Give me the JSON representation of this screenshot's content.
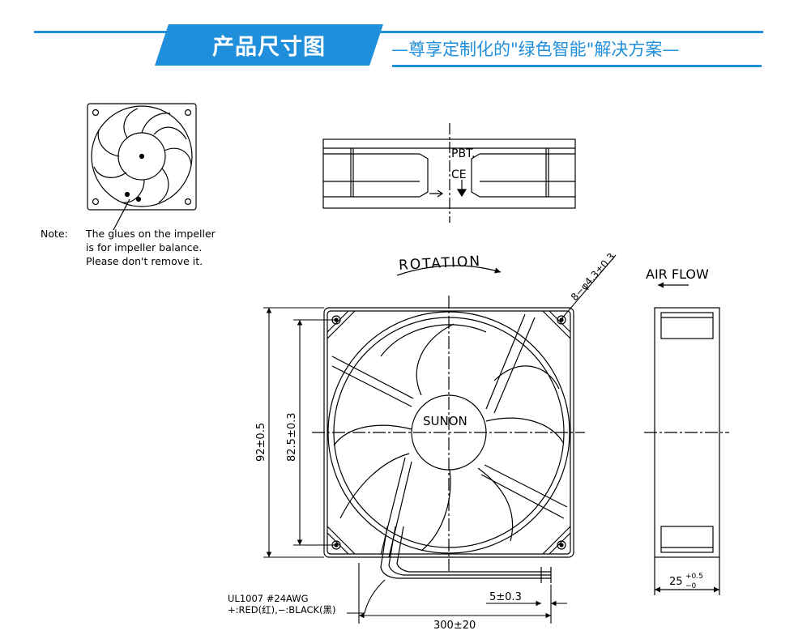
{
  "banner": {
    "title": "产品尺寸图",
    "subtitle": "—尊享定制化的\"绿色智能\"解决方案—"
  },
  "small_fan": {
    "note_label": "Note:",
    "note_lines": [
      "The glues on the impeller",
      "is for impeller balance.",
      "Please don't remove it."
    ]
  },
  "top_view": {
    "material": "PBT.",
    "cert": "CE"
  },
  "front_view": {
    "rotation_label": "ROTATION",
    "hole_spec": "8−φ4.3±0.3",
    "brand": "SUNON",
    "dim_outer": "92±0.5",
    "dim_hole": "82.5±0.3",
    "wire_spec_line1": "UL1007  #24AWG",
    "wire_spec_line2": "+:RED(红),−:BLACK(黑)",
    "dim_strip": "5±0.3",
    "dim_lead": "300±20"
  },
  "side_view": {
    "airflow_label": "AIR FLOW",
    "dim_depth": "25",
    "dim_depth_tol_plus": "+0.5",
    "dim_depth_tol_minus": "−0"
  }
}
